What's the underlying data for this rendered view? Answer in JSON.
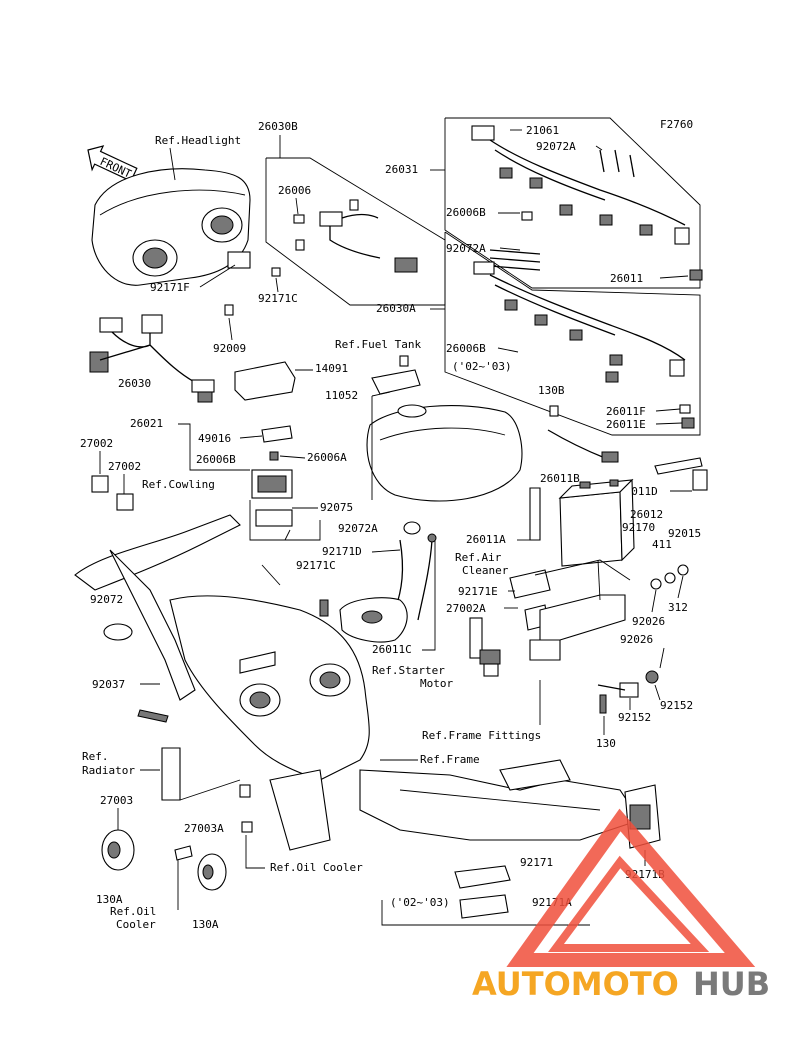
{
  "figure_code": "F2760",
  "front_label": "FRONT",
  "watermark": {
    "text_a": "AUTOMOTO",
    "text_b": "HUB",
    "accent_color": "#f0503c",
    "text_a_color": "#f5a623",
    "text_b_color": "#7a7a7a"
  },
  "refs": {
    "headlight": "Ref.Headlight",
    "fuel_tank": "Ref.Fuel Tank",
    "cowling": "Ref.Cowling",
    "air_cleaner_1": "Ref.Air",
    "air_cleaner_2": "Cleaner",
    "starter_1": "Ref.Starter",
    "starter_2": "Motor",
    "frame_fittings": "Ref.Frame Fittings",
    "radiator_1": "Ref.",
    "radiator_2": "Radiator",
    "frame": "Ref.Frame",
    "oil_cooler": "Ref.Oil Cooler",
    "oil_cooler_b1": "Ref.Oil",
    "oil_cooler_b2": "Cooler"
  },
  "year_notes": {
    "harness": "('02~'03)",
    "bottom": "('02~'03)"
  },
  "parts": {
    "p26030B": "26030B",
    "p21061": "21061",
    "p92072A_top": "92072A",
    "p26031": "26031",
    "p26006": "26006",
    "p26006B_a": "26006B",
    "p92072A_mid": "92072A",
    "p26011": "26011",
    "p92171F": "92171F",
    "p92171C_a": "92171C",
    "p26030A": "26030A",
    "p92009": "92009",
    "p26006B_b": "26006B",
    "p26030": "26030",
    "p14091": "14091",
    "p11052": "11052",
    "p130B": "130B",
    "p26011F": "26011F",
    "p26011E": "26011E",
    "p26021": "26021",
    "p49016": "49016",
    "p26006B_c": "26006B",
    "p26006A": "26006A",
    "p27002_a": "27002",
    "p27002_b": "27002",
    "p26011B": "26011B",
    "p26011D": "26011D",
    "p92075": "92075",
    "p26012": "26012",
    "p92072A_low": "92072A",
    "p26011A": "26011A",
    "p92170": "92170",
    "p92015": "92015",
    "p92171D": "92171D",
    "p411": "411",
    "p92171C_b": "92171C",
    "p92072": "92072",
    "p92171E": "92171E",
    "p312": "312",
    "p27002A": "27002A",
    "p92026_a": "92026",
    "p92026_b": "92026",
    "p26011C": "26011C",
    "p92037": "92037",
    "p92152_a": "92152",
    "p92152_b": "92152",
    "p130": "130",
    "p27003": "27003",
    "p27003A": "27003A",
    "p130A_a": "130A",
    "p130A_b": "130A",
    "p92171": "92171",
    "p92171B": "92171B",
    "p92171A": "92171A"
  }
}
